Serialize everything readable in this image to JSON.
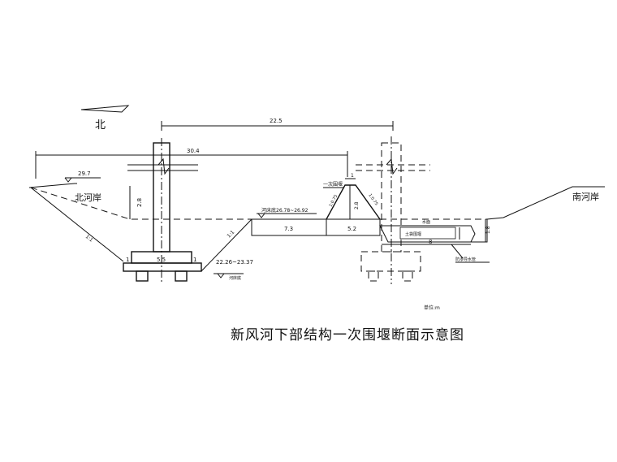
{
  "title": "新风河下部结构一次围堰断面示意图",
  "north_label": "北",
  "bank_north": "北河岸",
  "bank_south": "南河岸",
  "dims": {
    "d_225": "22.5",
    "d_304": "30.4",
    "d_297": "29.7",
    "d_28a": "2.8",
    "d_28b": "2.8",
    "d_1_top": "1",
    "d_73": "7.3",
    "d_52": "5.2",
    "d_55": "5.5",
    "d_1_left": "1",
    "d_1_right": "1",
    "d_8": "8",
    "d_18": "1.8",
    "slope_left": "1:1",
    "slope_mid": "1:1",
    "slope_a": "1:0.75",
    "slope_b": "1:0.75"
  },
  "annotations": {
    "cofferdam": "一次围堰",
    "water_level": "河床底26.78~26.92",
    "bed_level": "22.26~23.37",
    "bed_bottom": "河床底",
    "water_surface": "水面",
    "dam_fill": "土袋围堰",
    "seepage": "防渗导水管",
    "unit": "单位:m"
  }
}
